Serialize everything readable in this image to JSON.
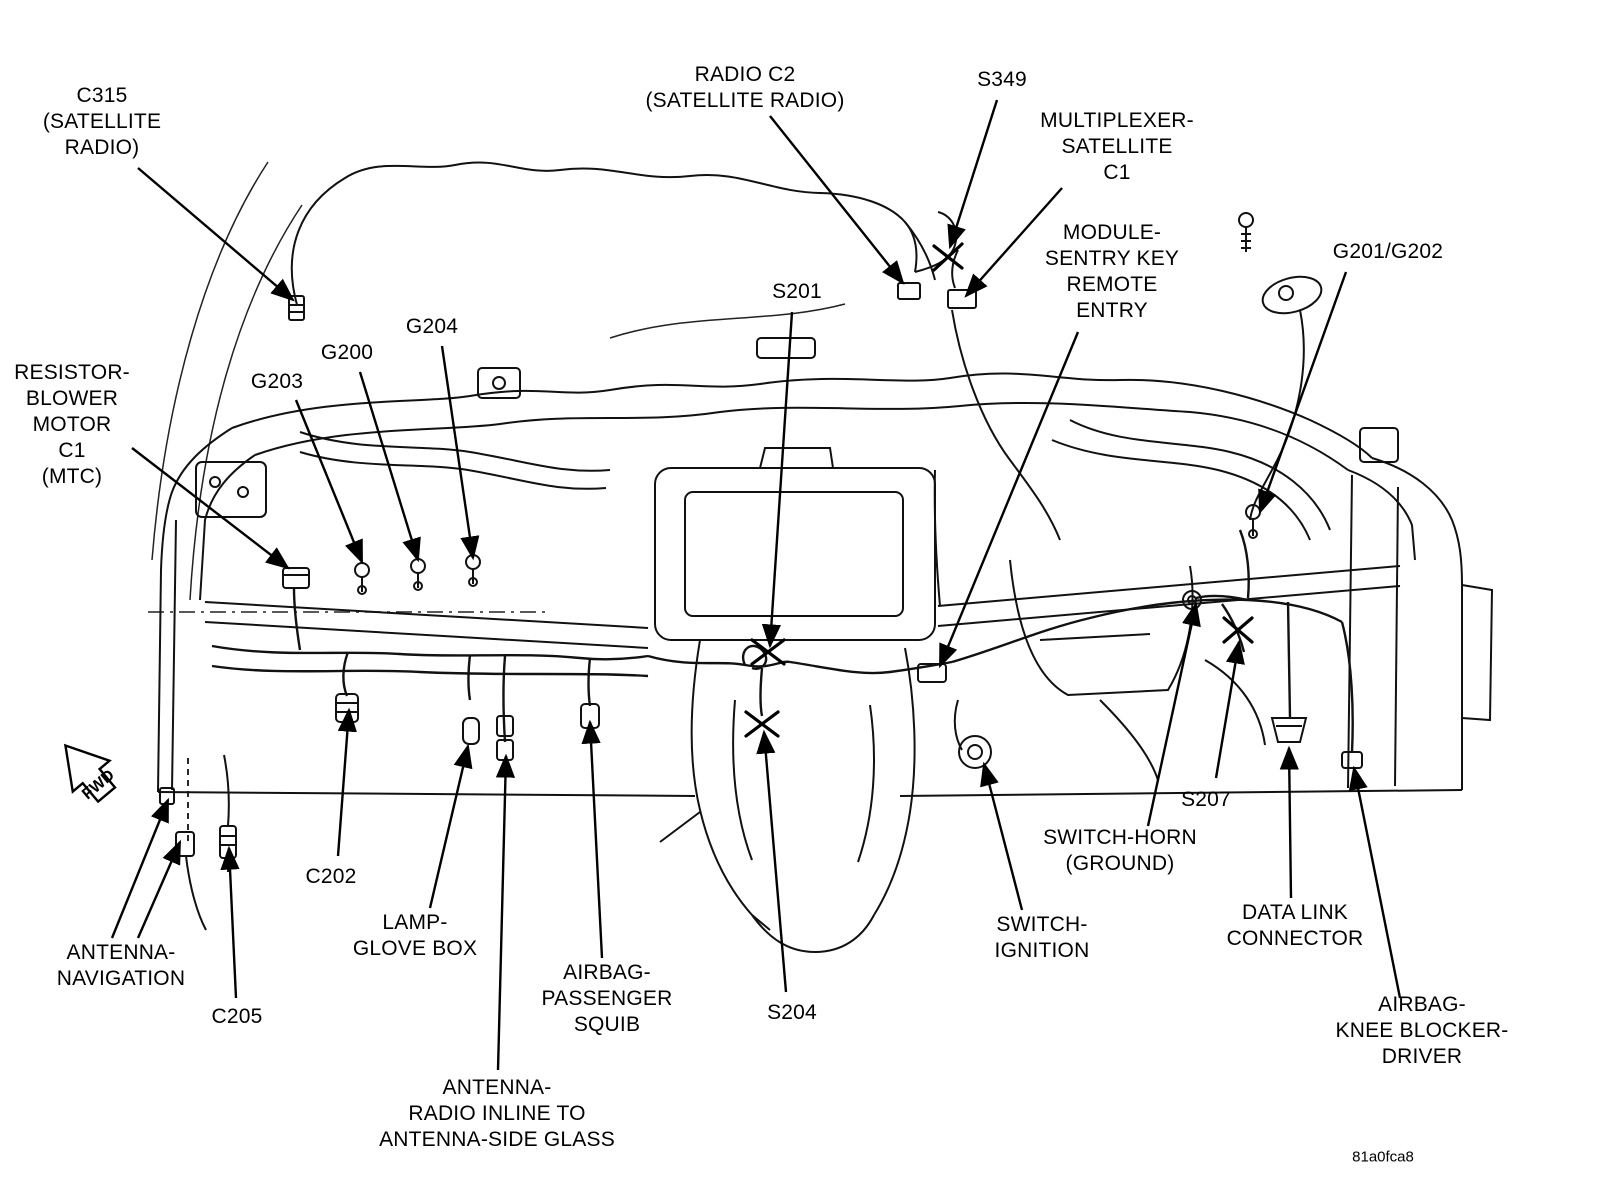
{
  "meta": {
    "figure_id": "81a0fca8"
  },
  "fwd_indicator": {
    "label": "FWD"
  },
  "labels": [
    {
      "id": "c315",
      "text": "C315\n(SATELLITE\nRADIO)"
    },
    {
      "id": "radio-c2",
      "text": "RADIO C2\n(SATELLITE RADIO)"
    },
    {
      "id": "s349",
      "text": "S349"
    },
    {
      "id": "multiplexer-satellite",
      "text": "MULTIPLEXER-\nSATELLITE\nC1"
    },
    {
      "id": "module-sentry-key",
      "text": "MODULE-\nSENTRY KEY\nREMOTE\nENTRY"
    },
    {
      "id": "g201-g202",
      "text": "G201/G202"
    },
    {
      "id": "s201",
      "text": "S201"
    },
    {
      "id": "g204",
      "text": "G204"
    },
    {
      "id": "g200",
      "text": "G200"
    },
    {
      "id": "g203",
      "text": "G203"
    },
    {
      "id": "resistor-blower",
      "text": "RESISTOR-\nBLOWER\nMOTOR\nC1\n(MTC)"
    },
    {
      "id": "antenna-navigation",
      "text": "ANTENNA-\nNAVIGATION"
    },
    {
      "id": "c205",
      "text": "C205"
    },
    {
      "id": "c202",
      "text": "C202"
    },
    {
      "id": "lamp-glove-box",
      "text": "LAMP-\nGLOVE BOX"
    },
    {
      "id": "airbag-passenger",
      "text": "AIRBAG-\nPASSENGER\nSQUIB"
    },
    {
      "id": "antenna-radio-inline",
      "text": "ANTENNA-\nRADIO INLINE TO\nANTENNA-SIDE GLASS"
    },
    {
      "id": "s204",
      "text": "S204"
    },
    {
      "id": "switch-ignition",
      "text": "SWITCH-\nIGNITION"
    },
    {
      "id": "switch-horn",
      "text": "SWITCH-HORN\n(GROUND)"
    },
    {
      "id": "s207",
      "text": "S207"
    },
    {
      "id": "data-link-connector",
      "text": "DATA LINK\nCONNECTOR"
    },
    {
      "id": "airbag-knee-blocker",
      "text": "AIRBAG-\nKNEE BLOCKER-\nDRIVER"
    }
  ]
}
